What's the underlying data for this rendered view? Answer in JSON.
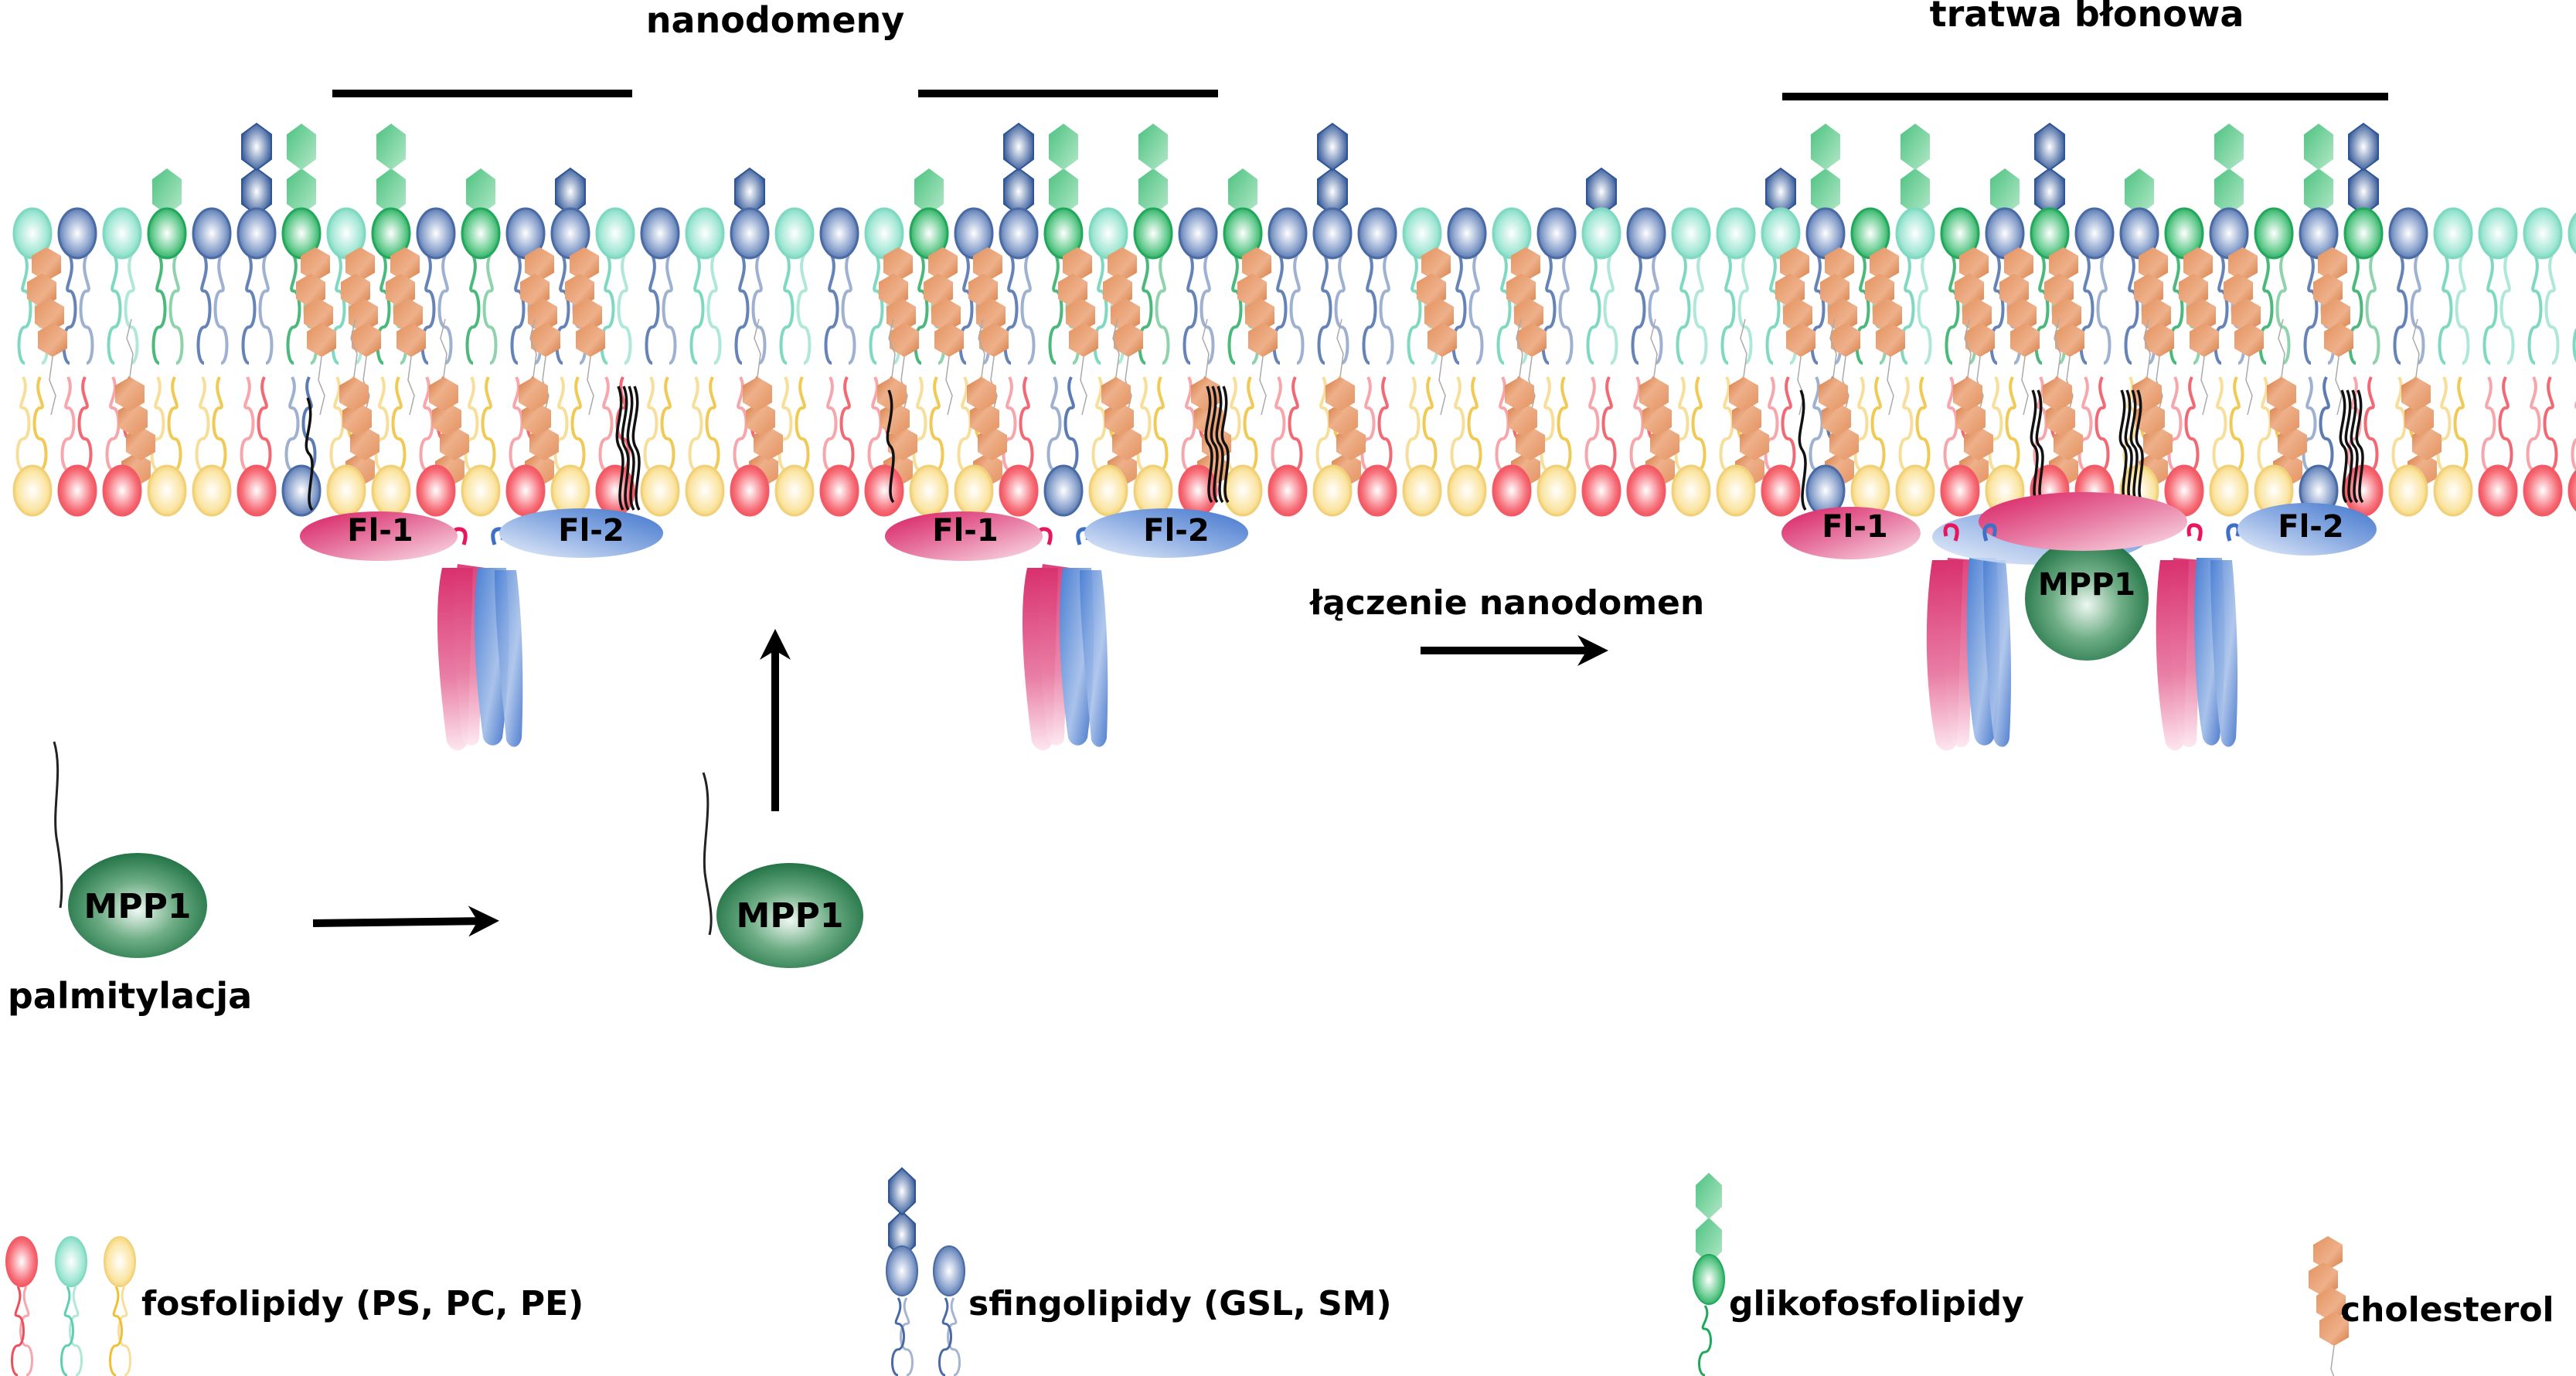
{
  "titles": {
    "nanodomains": "nanodomeny",
    "raft": "tratwa błonowa"
  },
  "labels": {
    "fl1": "Fl-1",
    "fl2": "Fl-2",
    "mpp1": "MPP1",
    "palmitoylation": "palmitylacja",
    "merging": "łączenie nanodomen"
  },
  "legend": {
    "phospholipids": "fosfolipidy (PS, PC, PE)",
    "sphingolipids": "sfingolipidy (GSL, SM)",
    "glycophospholipids": "glikofosfolipidy",
    "cholesterol": "cholesterol"
  },
  "colors": {
    "phospholipid_red": "#f04e5a",
    "phospholipid_teal": "#7fdcc4",
    "phospholipid_yellow": "#f8d97a",
    "sphingolipid_blue": "#5577b0",
    "glycolipid_green": "#2fb36a",
    "sugar_green": "#5cc98a",
    "sugar_blue": "#3a5e9e",
    "cholesterol": "#e08a52",
    "flotillin1": "#e0608f",
    "flotillin2": "#6f98d8",
    "mpp1": "#2e7d4f"
  },
  "membrane": {
    "outer_heads": "TBTGBBGTGBGBBTBTBTBTGBBGTGBGBBBTBTBTBTTTBGTGBGBBGBGBGBTTTT",
    "outer_sugars": {
      "3": "G1",
      "5": "B2",
      "6": "G2",
      "8": "G2",
      "10": "G1",
      "12": "B1",
      "16": "B1",
      "20": "G1",
      "22": "B2",
      "23": "G2",
      "25": "G2",
      "27": "G1",
      "29": "B2",
      "35": "B1",
      "39": "B1",
      "40": "G2",
      "42": "G2",
      "44": "G1",
      "45": "B2",
      "47": "G1",
      "49": "G2",
      "51": "G2",
      "52": "B2"
    },
    "inner_heads": "YRRYYRBYYRYRYRYYRYRRYYRBYYRYRYRYYRYRRYYRBYYRYRRYRYYBRYYRRR",
    "outer_cholesterol": [
      0,
      6,
      7,
      8,
      11,
      12,
      19,
      20,
      21,
      23,
      24,
      27,
      31,
      33,
      39,
      40,
      41,
      43,
      44,
      45,
      47,
      48,
      49,
      51
    ],
    "inner_cholesterol": [
      2,
      7,
      9,
      11,
      16,
      19,
      21,
      24,
      26,
      29,
      33,
      36,
      38,
      40,
      43,
      45,
      47,
      50,
      53
    ]
  }
}
